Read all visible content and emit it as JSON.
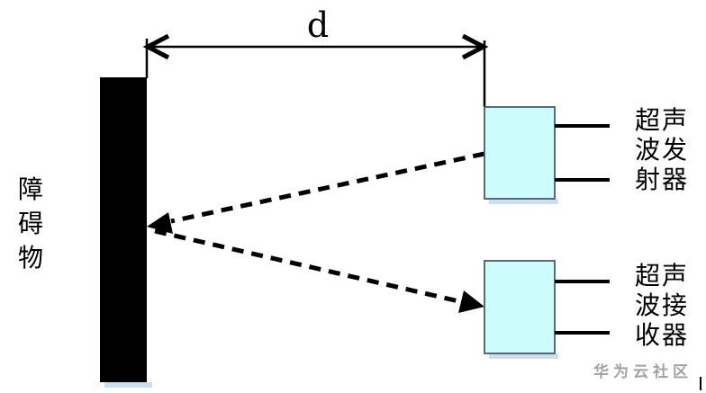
{
  "labels": {
    "distance": "d",
    "obstacle": "障碍物",
    "transmitter": "超声波发射器",
    "receiver": "超声波接收器"
  },
  "watermark": {
    "text": "华为云社区",
    "color": "#a2a2a2"
  },
  "colors": {
    "device_fill": "#ccfcfc",
    "device_border": "#4d5a66",
    "shadow": "#c9e0f0",
    "line": "#000000",
    "obstacle_fill": "#000000"
  }
}
